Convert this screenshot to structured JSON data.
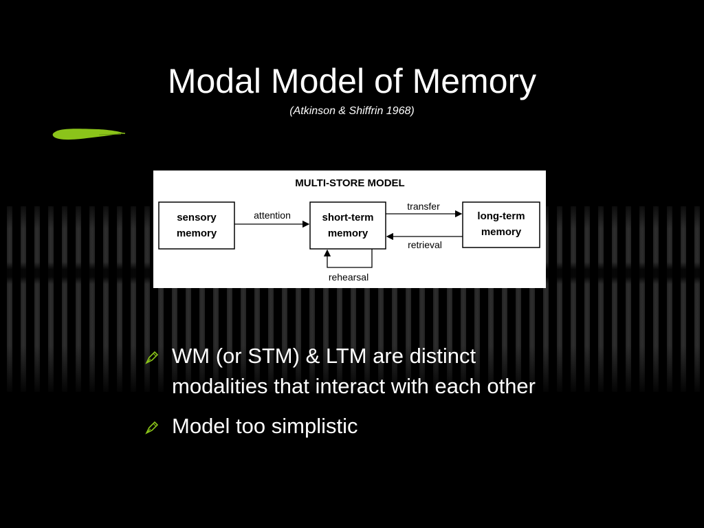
{
  "slide": {
    "title": "Modal Model of Memory",
    "subtitle": "(Atkinson & Shiffrin 1968)"
  },
  "diagram": {
    "heading": "MULTI-STORE MODEL",
    "nodes": {
      "sensory": [
        "sensory",
        "memory"
      ],
      "short_term": [
        "short-term",
        "memory"
      ],
      "long_term": [
        "long-term",
        "memory"
      ]
    },
    "edges": {
      "attention": "attention",
      "transfer": "transfer",
      "retrieval": "retrieval",
      "rehearsal": "rehearsal"
    }
  },
  "bullets": [
    {
      "line1": "WM (or STM) & LTM are distinct",
      "line2": "modalities that interact with each other"
    },
    {
      "line1": "Model too simplistic"
    }
  ],
  "colors": {
    "background": "#000000",
    "accent": "#8bc41a",
    "text": "#ffffff"
  },
  "icons": {
    "bullet": "pen-nib-icon",
    "accent": "brush-stroke-icon"
  }
}
